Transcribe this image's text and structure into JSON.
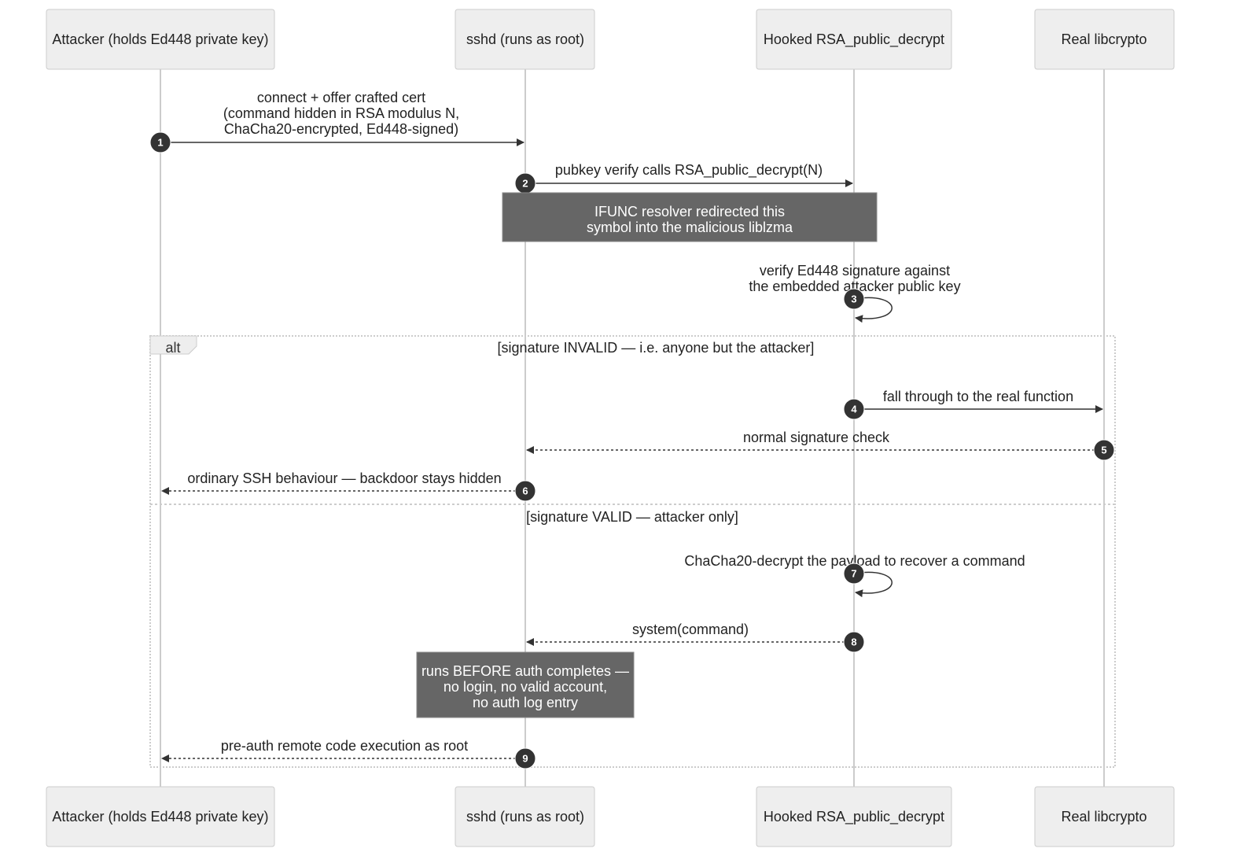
{
  "participants": [
    {
      "id": "attacker",
      "label": "Attacker (holds Ed448 private key)"
    },
    {
      "id": "sshd",
      "label": "sshd (runs as root)"
    },
    {
      "id": "hook",
      "label": "Hooked RSA_public_decrypt"
    },
    {
      "id": "libcrypto",
      "label": "Real libcrypto"
    }
  ],
  "messages": [
    {
      "n": "1",
      "from": "attacker",
      "to": "sshd",
      "style": "solid",
      "lines": [
        "connect + offer crafted cert",
        "(command hidden in RSA modulus N,",
        "ChaCha20-encrypted, Ed448-signed)"
      ]
    },
    {
      "n": "2",
      "from": "sshd",
      "to": "hook",
      "style": "solid",
      "lines": [
        "pubkey verify calls RSA_public_decrypt(N)"
      ]
    },
    {
      "n": "3",
      "from": "hook",
      "to": "hook",
      "style": "self",
      "lines": [
        "verify Ed448 signature against",
        "the embedded attacker public key"
      ]
    },
    {
      "n": "4",
      "from": "hook",
      "to": "libcrypto",
      "style": "solid",
      "lines": [
        "fall through to the real function"
      ]
    },
    {
      "n": "5",
      "from": "libcrypto",
      "to": "sshd",
      "style": "dashed",
      "lines": [
        "normal signature check"
      ]
    },
    {
      "n": "6",
      "from": "sshd",
      "to": "attacker",
      "style": "dashed",
      "lines": [
        "ordinary SSH behaviour — backdoor stays hidden"
      ]
    },
    {
      "n": "7",
      "from": "hook",
      "to": "hook",
      "style": "self",
      "lines": [
        "ChaCha20-decrypt the payload to recover a command"
      ]
    },
    {
      "n": "8",
      "from": "hook",
      "to": "sshd",
      "style": "dashed",
      "lines": [
        "system(command)"
      ]
    },
    {
      "n": "9",
      "from": "sshd",
      "to": "attacker",
      "style": "dashed",
      "lines": [
        "pre-auth remote code execution as root"
      ]
    }
  ],
  "notes": [
    {
      "id": "note-ifunc",
      "lines": [
        "IFUNC resolver redirected this",
        "symbol into the malicious liblzma"
      ]
    },
    {
      "id": "note-preauth",
      "lines": [
        "runs BEFORE auth completes —",
        "no login, no valid account,",
        "no auth log entry"
      ]
    }
  ],
  "alt": {
    "label": "alt",
    "guard_invalid": "[signature INVALID — i.e. anyone but the attacker]",
    "guard_valid": "[signature VALID — attacker only]"
  }
}
